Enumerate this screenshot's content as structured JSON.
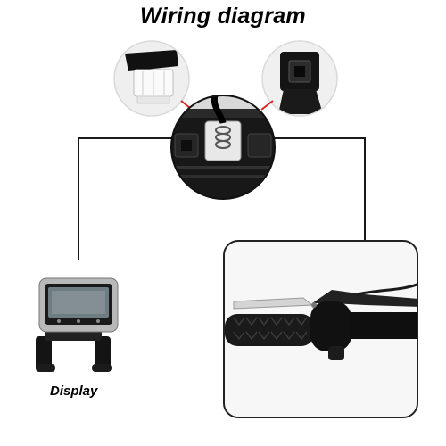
{
  "title": "Wiring diagram",
  "display_label": "Display",
  "colors": {
    "wire": "#1a1a1a",
    "circle_border": "#e0261e",
    "frame_border": "#222222",
    "background": "#ffffff"
  },
  "icons": {
    "male_connector": "white-male-plug-connector",
    "female_connector": "black-female-socket-connector",
    "controller": "controller-box-with-cable",
    "display": "lcd-display-unit",
    "handlebar": "handlebar-with-brake-lever-photo"
  }
}
